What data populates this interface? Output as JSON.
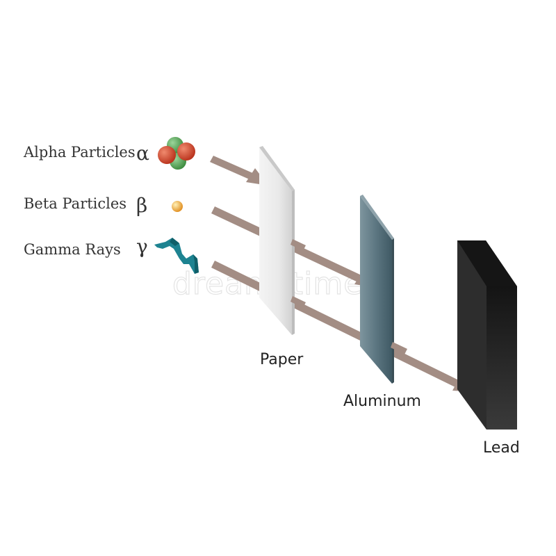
{
  "particles": [
    {
      "id": "alpha",
      "label": "Alpha Particles",
      "symbol": "α"
    },
    {
      "id": "beta",
      "label": "Beta Particles",
      "symbol": "β"
    },
    {
      "id": "gamma",
      "label": "Gamma Rays",
      "symbol": "γ"
    }
  ],
  "barriers": [
    {
      "id": "paper",
      "label": "Paper"
    },
    {
      "id": "aluminum",
      "label": "Aluminum"
    },
    {
      "id": "lead",
      "label": "Lead"
    }
  ],
  "watermark": "dreamstime",
  "colors": {
    "arrow": "#a38d84",
    "proton": "#d84a2c",
    "neutron": "#59a85a",
    "beta": "#f2a93b",
    "gamma": "#1d8391",
    "paper": "#e6e6e6",
    "aluminum": "#5e7a85",
    "lead": "#2a2a2a"
  }
}
